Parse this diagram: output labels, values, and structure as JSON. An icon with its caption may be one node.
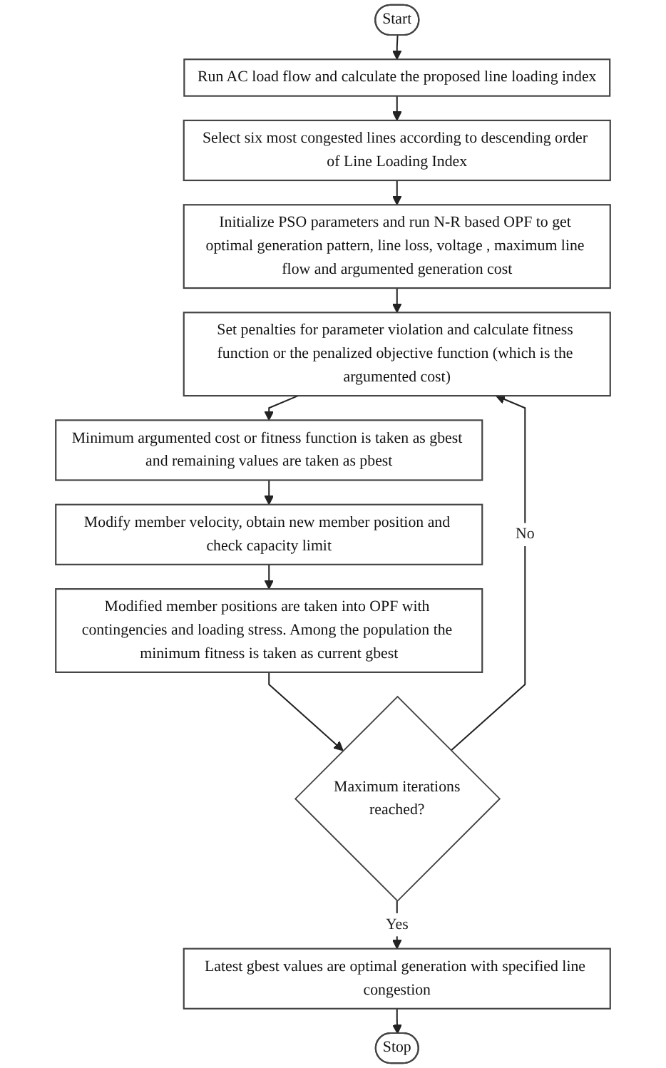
{
  "diagram": {
    "nodes": [
      {
        "text": [
          "Start"
        ]
      },
      {
        "text": [
          "Run AC load flow and calculate the proposed line loading index"
        ]
      },
      {
        "text": [
          "Select six most congested lines according to descending order of Line Loading Index"
        ]
      },
      {
        "text": [
          "Initialize PSO parameters and run N-R based OPF to get optimal generation pattern, line loss, voltage , maximum line flow and argumented generation cost"
        ]
      },
      {
        "text": [
          "Set penalties for parameter violation and calculate fitness function or the penalized objective function (which is the argumented cost)"
        ]
      },
      {
        "text": [
          "Minimum argumented cost or fitness function is taken as gbest and remaining values are taken as pbest"
        ]
      },
      {
        "text": [
          "Modify member velocity, obtain new member position and check capacity limit"
        ]
      },
      {
        "text": [
          "Modified member positions are taken into OPF with contingencies and loading stress. Among the population the minimum fitness is taken as current gbest"
        ]
      },
      {
        "text": [
          "Maximum iterations reached?"
        ]
      },
      {
        "text": [
          "Latest gbest values are optimal generation with specified line congestion"
        ]
      },
      {
        "text": [
          "Stop"
        ]
      }
    ],
    "edges": [
      {
        "from": 0,
        "to": 1,
        "arrow": "to"
      },
      {
        "from": 1,
        "to": 2,
        "arrow": "to"
      },
      {
        "from": 2,
        "to": 3,
        "arrow": "to"
      },
      {
        "from": 3,
        "to": 4,
        "arrow": "to"
      },
      {
        "from": 4,
        "to": 5,
        "arrow": "to"
      },
      {
        "from": 5,
        "to": 6,
        "arrow": "to"
      },
      {
        "from": 6,
        "to": 7,
        "arrow": "to"
      },
      {
        "from": 7,
        "to": 8,
        "arrow": "to"
      },
      {
        "from": 8,
        "to": 4,
        "arrow": "to",
        "label": "No"
      },
      {
        "from": 8,
        "to": 9,
        "arrow": "to",
        "label": "Yes"
      },
      {
        "from": 9,
        "to": 10,
        "arrow": "to"
      }
    ]
  }
}
